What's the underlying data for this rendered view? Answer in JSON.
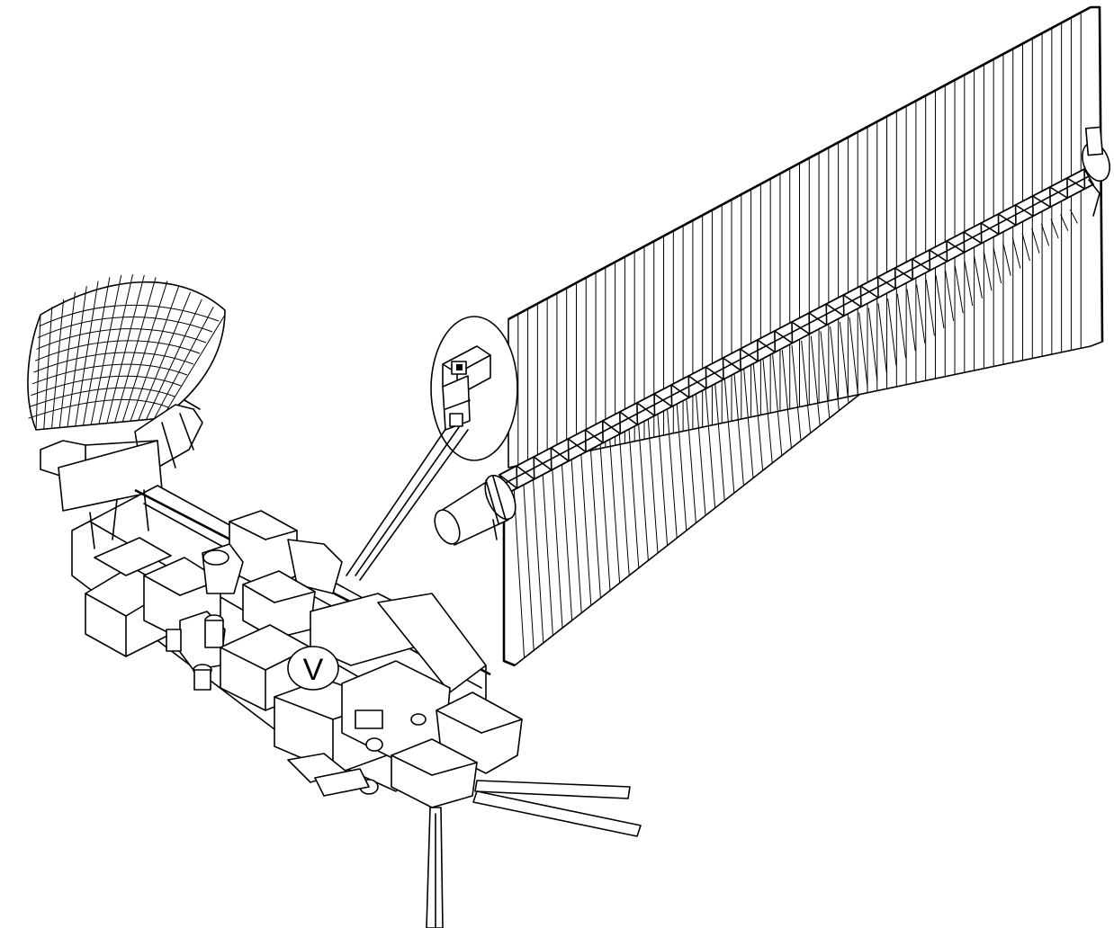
{
  "figure": {
    "background": "#ffffff",
    "line_color": "#000000",
    "subject": "spacecraft-line-drawing",
    "components": [
      {
        "id": "solar-array",
        "icon": "solar-panel-icon"
      },
      {
        "id": "solar-array-mast",
        "icon": "truss-icon"
      },
      {
        "id": "high-gain-antenna",
        "icon": "dish-antenna-icon"
      },
      {
        "id": "detail-inset",
        "icon": "magnifier-inset-icon"
      },
      {
        "id": "spacecraft-bus",
        "icon": "equipment-module-icon"
      },
      {
        "id": "sensor-booms",
        "icon": "boom-icon"
      }
    ],
    "annotation_glyph": "V"
  }
}
